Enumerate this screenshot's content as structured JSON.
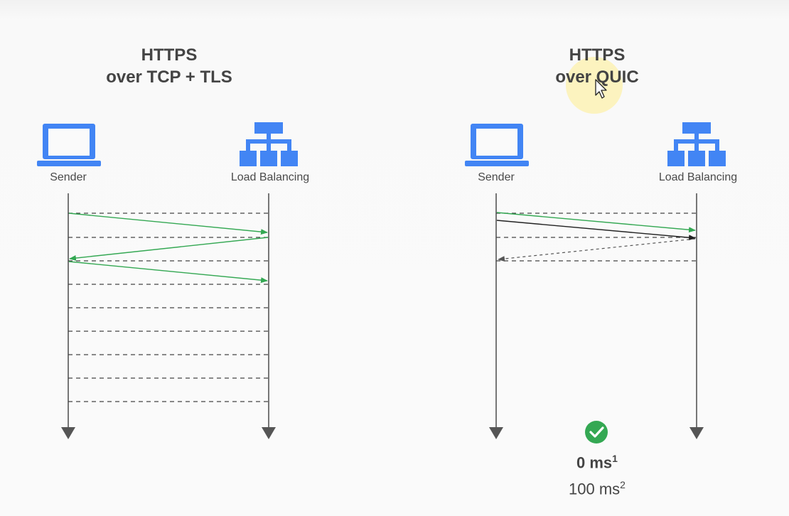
{
  "panels": [
    {
      "title_line1": "HTTPS",
      "title_line2": "over TCP + TLS",
      "sender_label": "Sender",
      "receiver_label": "Load Balancing"
    },
    {
      "title_line1": "HTTPS",
      "title_line2": "over QUIC",
      "sender_label": "Sender",
      "receiver_label": "Load Balancing"
    }
  ],
  "latency": {
    "primary_value": "0 ms",
    "primary_note": "1",
    "secondary_value": "100 ms",
    "secondary_note": "2",
    "status_icon": "check-circle-icon"
  },
  "colors": {
    "icon_blue": "#4285f4",
    "message_green": "#34a853",
    "success_green": "#34a853",
    "timeline": "#555555"
  }
}
